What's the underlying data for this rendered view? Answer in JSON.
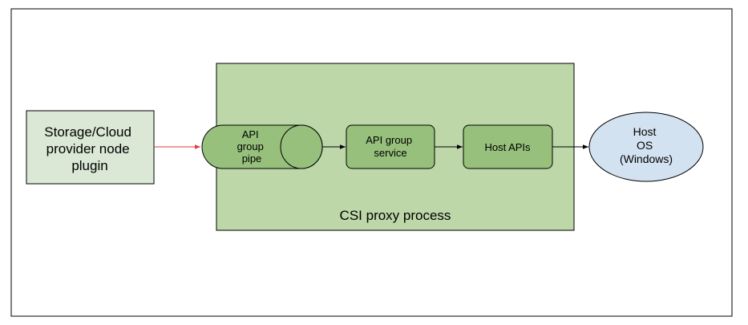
{
  "diagram": {
    "plugin_box": {
      "lines": [
        "Storage/Cloud",
        "provider node",
        "plugin"
      ]
    },
    "proxy_process": {
      "label": "CSI proxy process"
    },
    "api_group_pipe": {
      "lines": [
        "API",
        "group",
        "pipe"
      ]
    },
    "api_group_service": {
      "lines": [
        "API group",
        "service"
      ]
    },
    "host_apis": {
      "label": "Host APIs"
    },
    "host_os": {
      "lines": [
        "Host",
        "OS",
        "(Windows)"
      ]
    }
  },
  "colors": {
    "plugin_fill": "#dbe8d5",
    "process_fill": "#bdd7a8",
    "component_fill": "#96c07c",
    "os_fill": "#d3e2f1",
    "inbound_arrow": "#e03b3b",
    "edge": "#000000"
  }
}
